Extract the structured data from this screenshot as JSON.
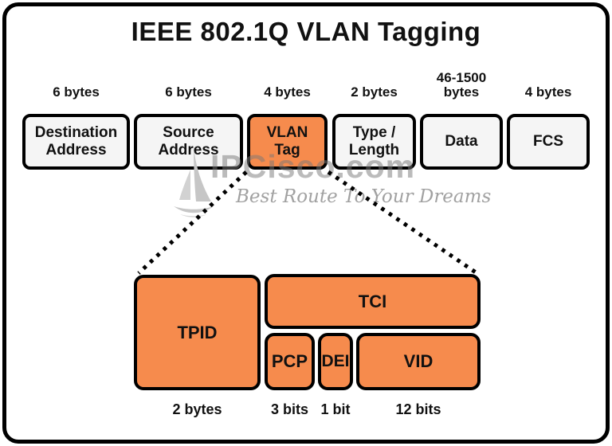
{
  "title": "IEEE 802.1Q VLAN Tagging",
  "colors": {
    "accent_orange": "#f68b4d",
    "field_background": "#f5f5f5",
    "border_black": "#000000",
    "watermark_gray": "#9a9a9a"
  },
  "frame": {
    "fields": [
      {
        "label": "Destination Address",
        "size": "6 bytes"
      },
      {
        "label": "Source Address",
        "size": "6 bytes"
      },
      {
        "label": "VLAN Tag",
        "size": "4 bytes",
        "highlighted": true
      },
      {
        "label": "Type / Length",
        "size": "2 bytes"
      },
      {
        "label": "Data",
        "size": "46-1500 bytes"
      },
      {
        "label": "FCS",
        "size": "4 bytes"
      }
    ]
  },
  "vlan_tag_detail": {
    "fields": [
      {
        "label": "TPID",
        "size": "2 bytes"
      },
      {
        "label": "TCI"
      },
      {
        "label": "PCP",
        "size": "3 bits"
      },
      {
        "label": "DEI",
        "size": "1 bit"
      },
      {
        "label": "VID",
        "size": "12 bits"
      }
    ]
  },
  "watermark": {
    "brand": "IPCisco.com",
    "tagline": "Best Route To Your Dreams",
    "logo": "sailboat-icon"
  }
}
